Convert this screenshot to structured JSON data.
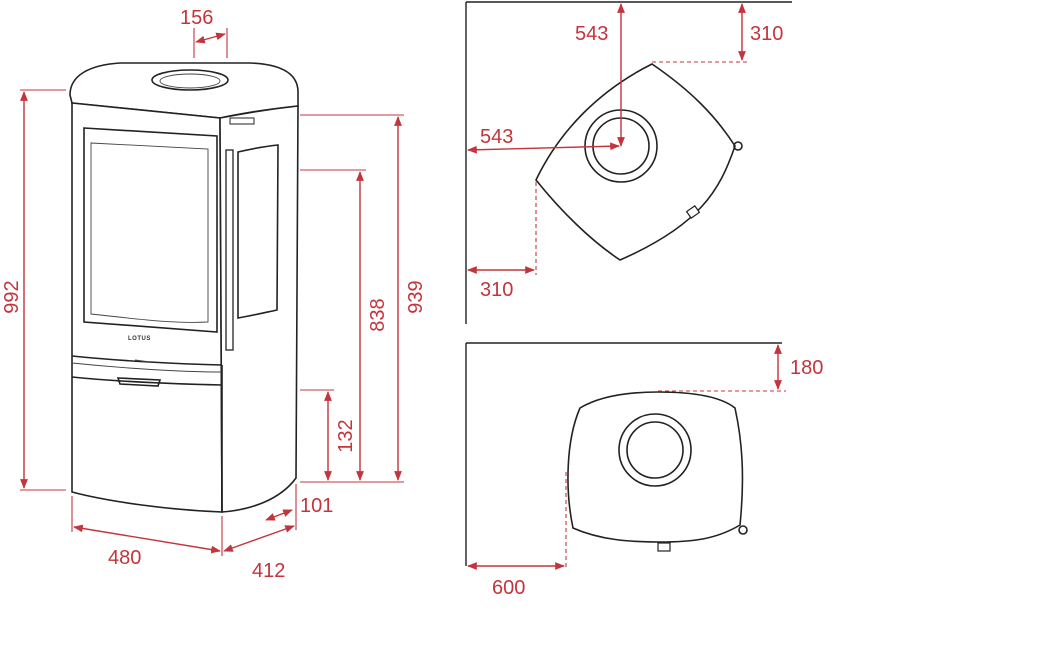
{
  "brand": {
    "logo_text": "LOTUS"
  },
  "colors": {
    "dimension": "#c4343c",
    "outline": "#222222"
  },
  "front_view": {
    "dims": {
      "flue_diameter": "156",
      "total_height": "992",
      "door_top_height": "939",
      "glass_top_height": "838",
      "ash_drawer_height": "132",
      "base_offset": "101",
      "width": "480",
      "depth": "412"
    }
  },
  "corner_plan": {
    "dims": {
      "flue_center_from_side_wall": "543",
      "flue_center_from_back_wall": "543",
      "clearance_back_wall": "310",
      "clearance_side_wall": "310"
    }
  },
  "wall_plan": {
    "dims": {
      "clearance_back_wall": "180",
      "clearance_side_wall": "600"
    }
  }
}
